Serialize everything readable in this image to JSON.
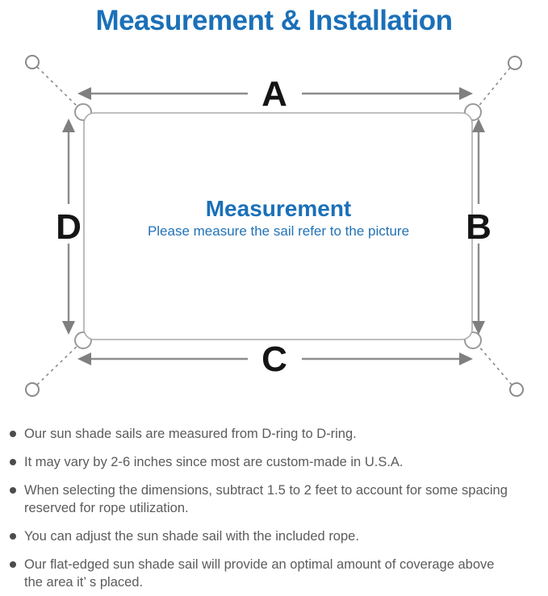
{
  "page": {
    "title": "Measurement & Installation"
  },
  "diagram": {
    "labels": {
      "top": "A",
      "right": "B",
      "bottom": "C",
      "left": "D"
    },
    "center_title": "Measurement",
    "center_subtitle": "Please measure the sail refer to the picture"
  },
  "notes": [
    "Our sun shade sails are measured from D-ring to D-ring.",
    "It may vary by 2-6 inches since most are custom-made in U.S.A.",
    "When selecting the dimensions, subtract 1.5 to 2 feet to account for some spacing\nreserved for rope utilization.",
    "You can adjust the sun shade sail with the included rope.",
    "Our flat-edged sun shade sail will provide an optimal amount of coverage above\nthe area it’ s placed."
  ],
  "colors": {
    "accent_blue": "#1b70b8",
    "line_gray": "#8c8c8c",
    "sail_outline_gray": "#ababab",
    "dim_label_black": "#151515",
    "note_text_gray": "#5b5b5b"
  }
}
